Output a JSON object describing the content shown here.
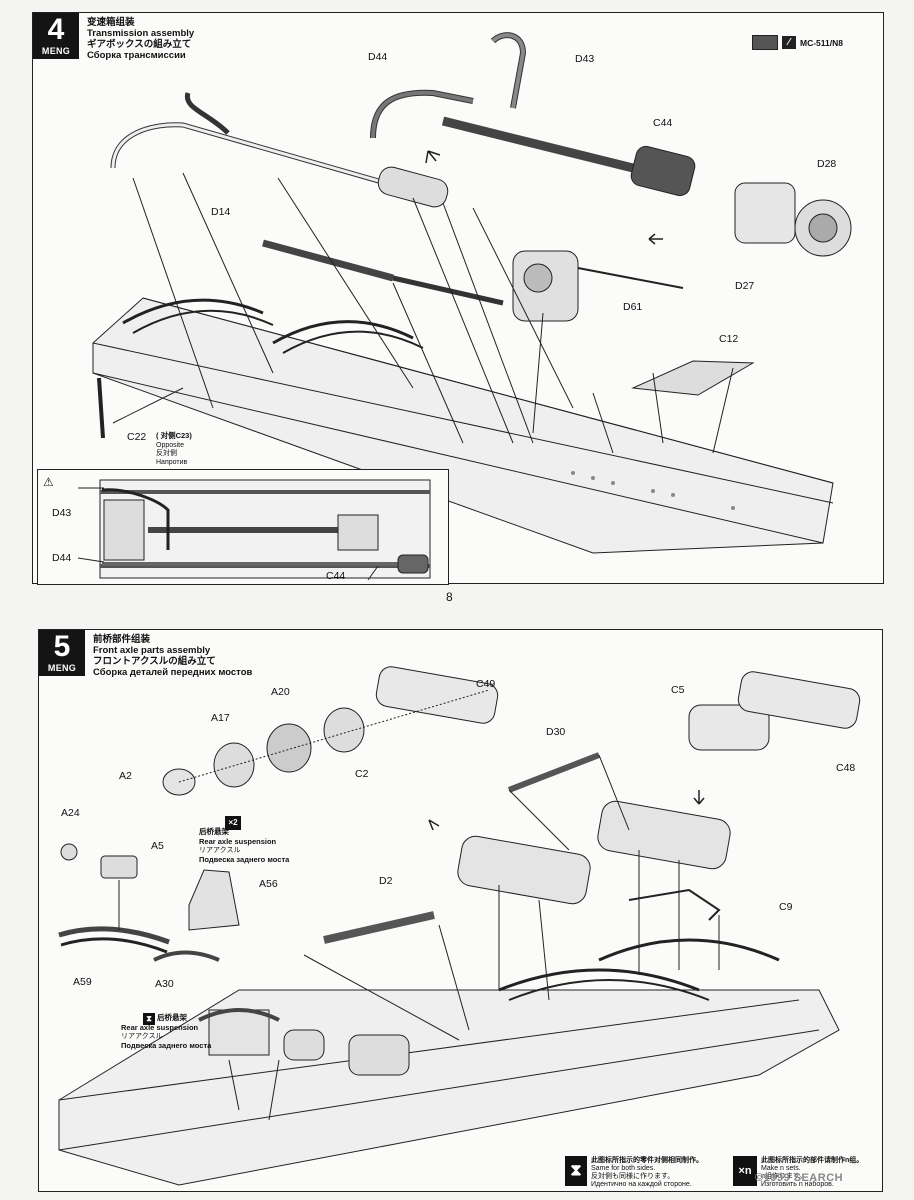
{
  "step4": {
    "number": "4",
    "brand": "MENG",
    "title_zh": "变速箱组装",
    "title_en": "Transmission assembly",
    "title_ja": "ギアボックスの組み立て",
    "title_ru": "Сборка трансмиссии",
    "paint_code": "MC-511/N8",
    "parts": {
      "d44": "D44",
      "d43": "D43",
      "c44": "C44",
      "d28": "D28",
      "d27": "D27",
      "d14": "D14",
      "d61": "D61",
      "c12": "C12",
      "c22": "C22"
    },
    "opposite_code": "C23",
    "opposite_zh": "( 对侧",
    "opposite_close": ")",
    "opposite_en": "Opposite",
    "opposite_ja": "反対側",
    "opposite_ru": "Напротив",
    "inset_parts": {
      "d43": "D43",
      "d44": "D44",
      "c44": "C44"
    }
  },
  "page_number": "8",
  "step5": {
    "number": "5",
    "brand": "MENG",
    "title_zh": "前桥部件组装",
    "title_en": "Front axle parts assembly",
    "title_ja": "フロントアクスルの組み立て",
    "title_ru": "Сборка деталей передних мостов",
    "parts": {
      "a20": "A20",
      "a17": "A17",
      "a2": "A2",
      "c49": "C49",
      "c2": "C2",
      "c5": "C5",
      "c48": "C48",
      "d30": "D30",
      "a24": "A24",
      "a5": "A5",
      "a56": "A56",
      "d2": "D2",
      "c9": "C9",
      "a59": "A59",
      "a30": "A30"
    },
    "rear_note1": {
      "multiplier": "×2",
      "zh": "后桥悬架",
      "en": "Rear axle suspension",
      "ja": "リアアクスル",
      "ru": "Подвеска заднего моста"
    },
    "rear_note2": {
      "zh": "后桥悬架",
      "en": "Rear axle suspension",
      "ja": "リアアクスル",
      "ru": "Подвеска заднего моста"
    },
    "footer_both": {
      "zh": "此图标所指示的零件对侧相同制作。",
      "en": "Same for both sides.",
      "ja": "反対側も同様に作ります。",
      "ru": "Идентично на каждой стороне."
    },
    "footer_n": {
      "icon": "×n",
      "zh": "此图标所指示的部件请制作n组。",
      "en": "Make n sets.",
      "ja": "n組作ります。",
      "ru": "Изготовить n наборов."
    }
  },
  "watermark": "©1999 SEARCH"
}
